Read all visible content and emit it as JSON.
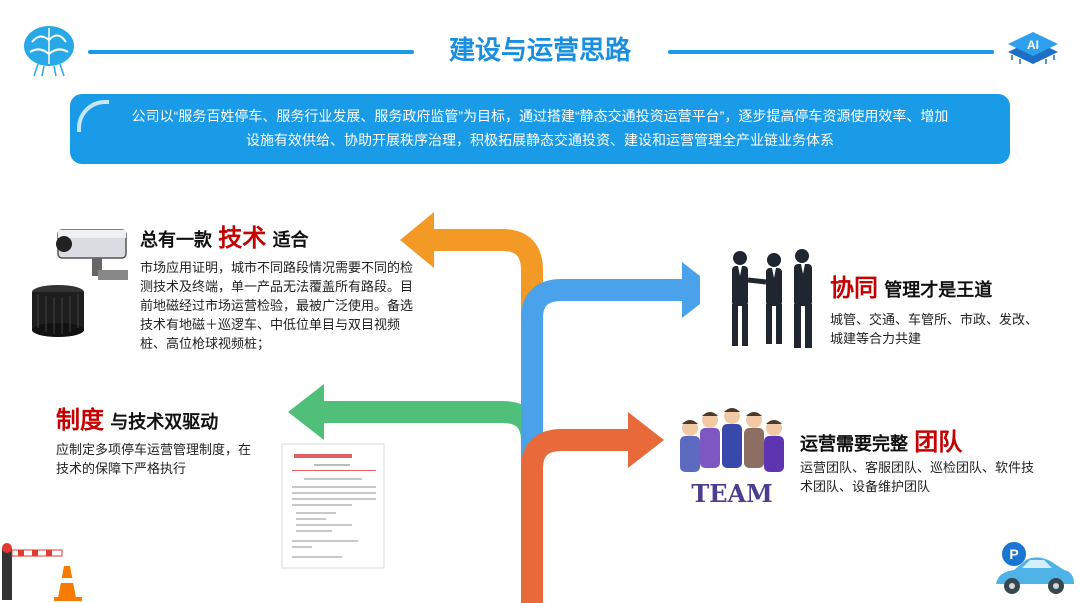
{
  "title": "建设与运营思路",
  "banner": {
    "line1": "公司以“服务百姓停车、服务行业发展、服务政府监管”为目标，通过搭建“静态交通投资运营平台”，逐步提高停车资源使用效率、增加",
    "line2": "设施有效供给、协助开展秩序治理，积极拓展静态交通投资、建设和运营管理全产业链业务体系"
  },
  "sections": {
    "tech": {
      "title_pre": "总有一款",
      "title_key": "技术",
      "title_post": "适合",
      "body": "市场应用证明，城市不同路段情况需要不同的检测技术及终端，单一产品无法覆盖所有路段。目前地磁经过市场运营检验，最被广泛使用。备选技术有地磁＋巡逻车、中低位单目与双目视频桩、高位枪球视频桩；"
    },
    "system": {
      "title_key": "制度",
      "title_post": "与技术双驱动",
      "body": "应制定多项停车运营管理制度，在技术的保障下严格执行"
    },
    "cooperation": {
      "title_key": "协同",
      "title_post": "管理才是王道",
      "body": "城管、交通、车管所、市政、发改、城建等合力共建"
    },
    "team": {
      "title_pre": "运营需要完整",
      "title_key": "团队",
      "body": "运营团队、客服团队、巡检团队、软件技术团队、设备维护团队",
      "team_word": "TEAM"
    }
  },
  "icons": {
    "ai_badge": "AI",
    "parking_sign": "P"
  },
  "colors": {
    "blue": "#1a9be8",
    "orange_arrow": "#f29a25",
    "blue_arrow": "#4aa3ea",
    "green_arrow": "#4fbf7a",
    "red_arrow": "#e86a3a",
    "accent_red": "#c40000"
  }
}
